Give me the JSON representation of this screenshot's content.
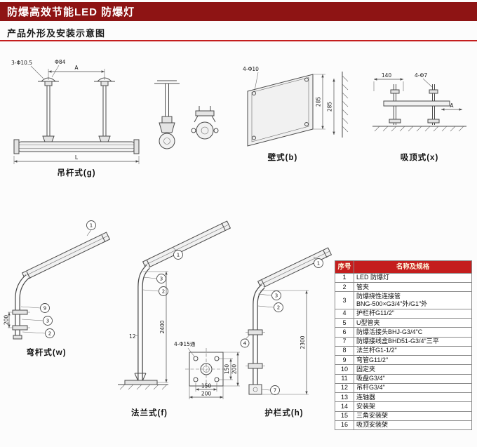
{
  "header": {
    "title": "防爆高效节能LED 防爆灯",
    "subtitle": "产品外形及安装示意图"
  },
  "colors": {
    "banner": "#8e1414",
    "accent": "#c41e1e"
  },
  "diagrams": {
    "hanging": {
      "label": "吊杆式(g)",
      "dims": {
        "holes": "3-Φ10.5",
        "plate": "Φ84",
        "pitch": "A",
        "length": "L"
      }
    },
    "wall": {
      "label": "壁式(b)",
      "dims": {
        "holes": "4-Φ10",
        "height": "285",
        "depth": "285"
      }
    },
    "ceiling": {
      "label": "吸顶式(x)",
      "dims": {
        "width": "140",
        "holes": "4-Φ7",
        "pitch": "A"
      }
    },
    "bent": {
      "label": "弯杆式(w)",
      "dims": {
        "spacing": "200"
      },
      "callouts": [
        "1",
        "9",
        "3",
        "2"
      ]
    },
    "flange": {
      "label": "法兰式(f)",
      "dims": {
        "height": "2400",
        "pole": "12",
        "base_holes": "4-Φ15通",
        "hole_pitch_x": "150",
        "plate_x": "200",
        "hole_pitch_y": "150",
        "plate_y": "200"
      },
      "callouts": [
        "1",
        "3",
        "2"
      ]
    },
    "guardrail": {
      "label": "护栏式(h)",
      "dims": {
        "height": "2300"
      },
      "callouts": [
        "1",
        "3",
        "2",
        "4",
        "7"
      ]
    }
  },
  "table": {
    "headers": [
      "序号",
      "名称及规格"
    ],
    "rows": [
      [
        "1",
        "LED 防爆灯"
      ],
      [
        "2",
        "管夹"
      ],
      [
        "3",
        "防爆挠性连接管\nBNG-500×G3/4\"外/G1\"外"
      ],
      [
        "4",
        "护栏杆G11/2\""
      ],
      [
        "5",
        "U型管夹"
      ],
      [
        "6",
        "防爆活接头BHJ-G3/4\"C"
      ],
      [
        "7",
        "防爆接线盒BHD51-G3/4\"三平"
      ],
      [
        "8",
        "法兰杆G1-1/2\""
      ],
      [
        "9",
        "弯管G11/2\""
      ],
      [
        "10",
        "固定夹"
      ],
      [
        "11",
        "吸盘G3/4\""
      ],
      [
        "12",
        "吊杆G3/4\""
      ],
      [
        "13",
        "连轴器"
      ],
      [
        "14",
        "安装架"
      ],
      [
        "15",
        "三角安装架"
      ],
      [
        "16",
        "吸顶安装架"
      ]
    ]
  }
}
